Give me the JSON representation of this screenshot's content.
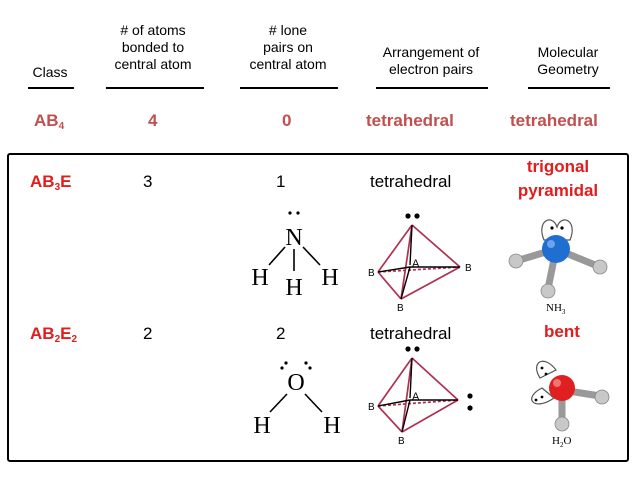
{
  "headers": {
    "class": "Class",
    "atoms_bonded": [
      "# of atoms",
      "bonded to",
      "central atom"
    ],
    "lone_pairs": [
      "# lone",
      "pairs on",
      "central atom"
    ],
    "arrangement": [
      "Arrangement of",
      "electron pairs"
    ],
    "geometry": [
      "Molecular",
      "Geometry"
    ]
  },
  "row_ab4": {
    "class_base": "AB",
    "class_sub": "4",
    "atoms": "4",
    "lone": "0",
    "arrangement": "tetrahedral",
    "geometry": "tetrahedral"
  },
  "row_ab3e": {
    "class_a": "AB",
    "class_sub": "3",
    "class_e": "E",
    "atoms": "3",
    "lone": "1",
    "arrangement": "tetrahedral",
    "geometry_line1": "trigonal",
    "geometry_line2": "pyramidal",
    "lewis": {
      "central": "N",
      "h": "H"
    },
    "tetra": {
      "a": "A",
      "b": "B"
    },
    "model_label": "NH",
    "model_label_sub": "3"
  },
  "row_ab2e2": {
    "class_a": "AB",
    "class_sub1": "2",
    "class_e": "E",
    "class_sub2": "2",
    "atoms": "2",
    "lone": "2",
    "arrangement": "tetrahedral",
    "geometry": "bent",
    "lewis": {
      "central": "O",
      "h": "H"
    },
    "tetra": {
      "a": "A",
      "b": "B"
    },
    "model_label": "H",
    "model_label_sub": "2",
    "model_label_end": "O"
  },
  "colors": {
    "ab4_row": "#c0504d",
    "class_red": "#e31c1c",
    "tetra_edges": "#b03050",
    "nitrogen": "#1f6fd1",
    "oxygen": "#e02020",
    "hydrogen": "#c8c8c8"
  }
}
